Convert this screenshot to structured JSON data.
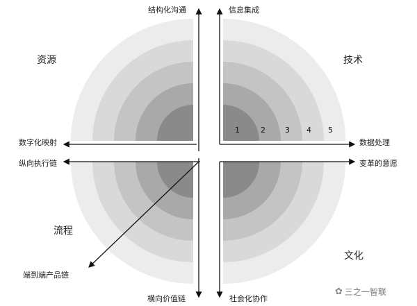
{
  "axes": {
    "top_left": "结构化沟通",
    "top_right": "信息集成",
    "mid_left_upper": "数字化映射",
    "mid_right_upper": "数据处理",
    "mid_left_lower": "纵向执行链",
    "mid_right_lower": "变革的意愿",
    "diagonal": "端到端产品链",
    "bottom_left": "横向价值链",
    "bottom_right": "社会化协作"
  },
  "quadrants": {
    "top_left": "资源",
    "top_right": "技术",
    "bottom_left": "流程",
    "bottom_right": "文化"
  },
  "rings": [
    "1",
    "2",
    "3",
    "4",
    "5"
  ],
  "watermark": {
    "text": "三之一智联",
    "icon": "wechat-icon"
  },
  "colors": {
    "ring_shades": [
      "#8a8a8a",
      "#a9a9a9",
      "#c4c4c4",
      "#d9d9d9",
      "#ececec"
    ],
    "axis": "#111111"
  }
}
